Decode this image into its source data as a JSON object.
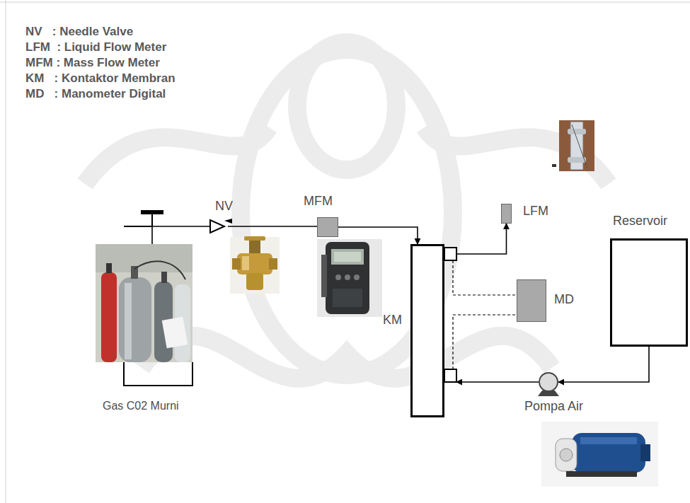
{
  "diagram": {
    "nodes": [
      {
        "text": [
          "Gas C02 Murni"
        ]
      },
      {
        "text": [
          "NV"
        ]
      },
      {
        "text": [
          "MFM"
        ]
      },
      {
        "text": [
          "KM"
        ]
      },
      {
        "text": [
          "LFM"
        ]
      },
      {
        "text": [
          "MD"
        ]
      },
      {
        "text": [
          "Reservoir"
        ]
      },
      {
        "text": [
          "Pompa Air"
        ]
      }
    ],
    "edges": [
      {
        "from": 0,
        "to": 1,
        "arrow": "none"
      },
      {
        "from": 1,
        "to": 2,
        "arrow": "none"
      },
      {
        "from": 2,
        "to": 3,
        "arrow": "to"
      },
      {
        "from": 3,
        "to": 4,
        "arrow": "to"
      },
      {
        "from": 3,
        "to": 5,
        "arrow": "none"
      },
      {
        "from": 3,
        "to": 5,
        "arrow": "none"
      },
      {
        "from": 6,
        "to": 7,
        "arrow": "to"
      },
      {
        "from": 7,
        "to": 3,
        "arrow": "to"
      }
    ],
    "labels": [
      "NV   : Needle Valve",
      "LFM  : Liquid Flow Meter",
      "MFM : Mass Flow Meter",
      "KM   : Kontaktor Membran",
      "MD   : Manometer Digital"
    ]
  }
}
